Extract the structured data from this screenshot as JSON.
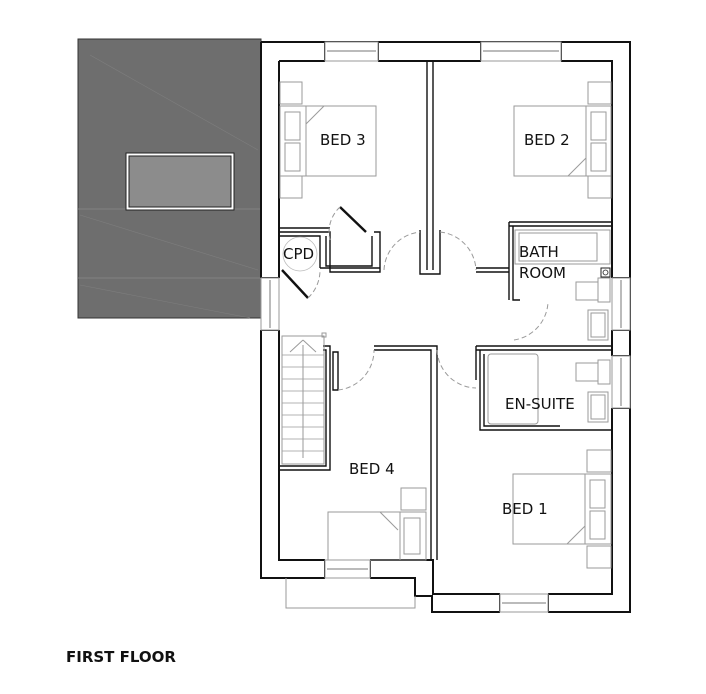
{
  "plan": {
    "title": "FIRST FLOOR",
    "rooms": [
      {
        "id": "bed3",
        "label": "BED 3"
      },
      {
        "id": "bed2",
        "label": "BED 2"
      },
      {
        "id": "cpd",
        "label": "CPD"
      },
      {
        "id": "bathroom",
        "label_line1": "BATH",
        "label_line2": "ROOM"
      },
      {
        "id": "ensuite",
        "label": "EN-SUITE"
      },
      {
        "id": "bed4",
        "label": "BED 4"
      },
      {
        "id": "bed1",
        "label": "BED 1"
      }
    ],
    "colors": {
      "wall": "#111111",
      "roof": "#6e6e6e",
      "roof_light": "#8c8c8c",
      "furniture": "#9a9a9a",
      "background": "#ffffff"
    }
  }
}
